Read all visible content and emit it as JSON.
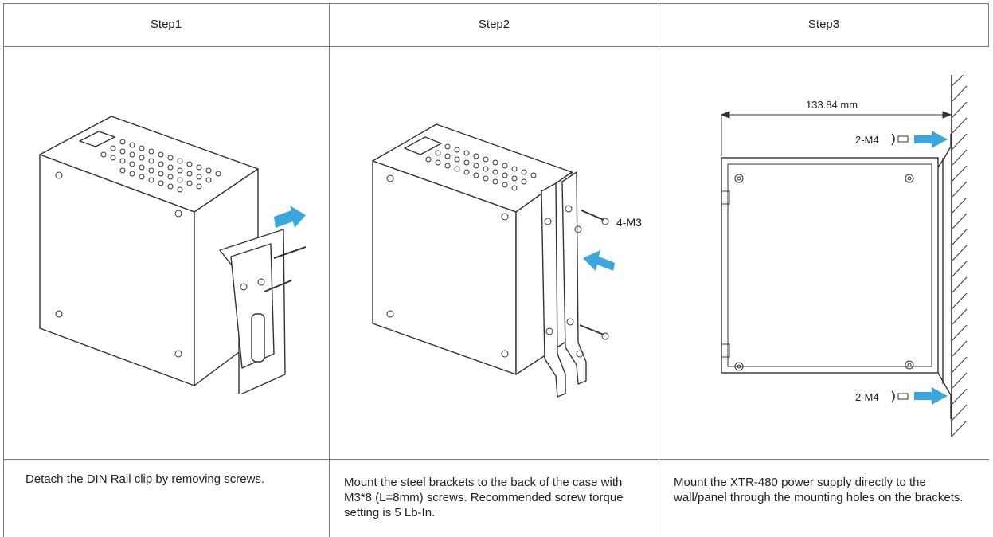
{
  "steps": [
    {
      "title": "Step1",
      "description": "Detach the DIN Rail clip by removing screws."
    },
    {
      "title": "Step2",
      "description": "Mount the steel brackets to the back of the case with M3*8 (L=8mm) screws. Recommended screw torque setting is 5 Lb-In."
    },
    {
      "title": "Step3",
      "description": "Mount the XTR-480 power supply directly to the wall/panel through the mounting holes on the brackets."
    }
  ],
  "labels": {
    "step2_screws": "4-M3",
    "step3_dimension": "133.84 mm",
    "step3_screws_top": "2-M4",
    "step3_screws_bottom": "2-M4"
  },
  "colors": {
    "arrow": "#3aa7dc",
    "line": "#7a7a7a",
    "drawing": "#333333"
  }
}
